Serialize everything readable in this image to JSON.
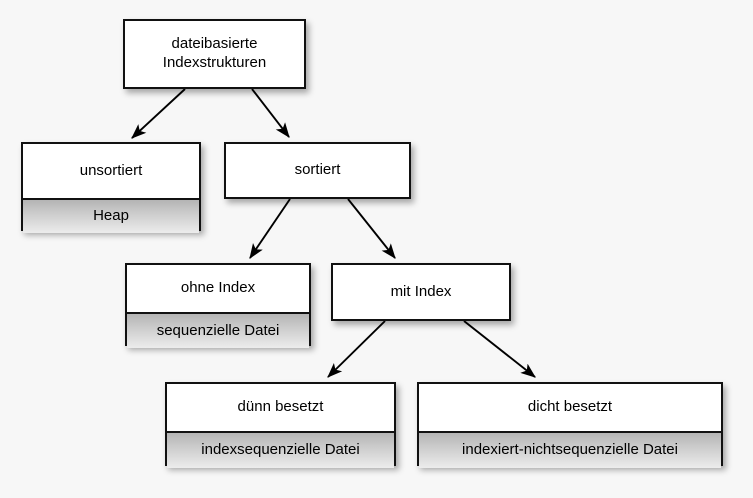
{
  "diagram": {
    "background_color": "#f7f7f7",
    "node_fill": "#ffffff",
    "node_border_color": "#111111",
    "sub_fill_top": "#b4b4b4",
    "sub_fill_bottom": "#ececec",
    "edge_color": "#000000",
    "nodes": [
      {
        "id": "root",
        "title": "dateibasierte\nIndexstrukturen",
        "title_line1": "dateibasierte",
        "title_line2": "Indexstrukturen",
        "sub": null
      },
      {
        "id": "unsortiert",
        "title": "unsortiert",
        "sub": "Heap"
      },
      {
        "id": "sortiert",
        "title": "sortiert",
        "sub": null
      },
      {
        "id": "ohne-index",
        "title": "ohne Index",
        "sub": "sequenzielle Datei"
      },
      {
        "id": "mit-index",
        "title": "mit Index",
        "sub": null
      },
      {
        "id": "duenn",
        "title": "dünn besetzt",
        "sub": "indexsequenzielle Datei"
      },
      {
        "id": "dicht",
        "title": "dicht besetzt",
        "sub": "indexiert-nichtsequenzielle Datei"
      }
    ],
    "edges": [
      {
        "from": "root",
        "to": "unsortiert",
        "label": ""
      },
      {
        "from": "root",
        "to": "sortiert",
        "label": ""
      },
      {
        "from": "sortiert",
        "to": "ohne-index",
        "label": ""
      },
      {
        "from": "sortiert",
        "to": "mit-index",
        "label": ""
      },
      {
        "from": "mit-index",
        "to": "duenn",
        "label": ""
      },
      {
        "from": "mit-index",
        "to": "dicht",
        "label": ""
      }
    ]
  }
}
